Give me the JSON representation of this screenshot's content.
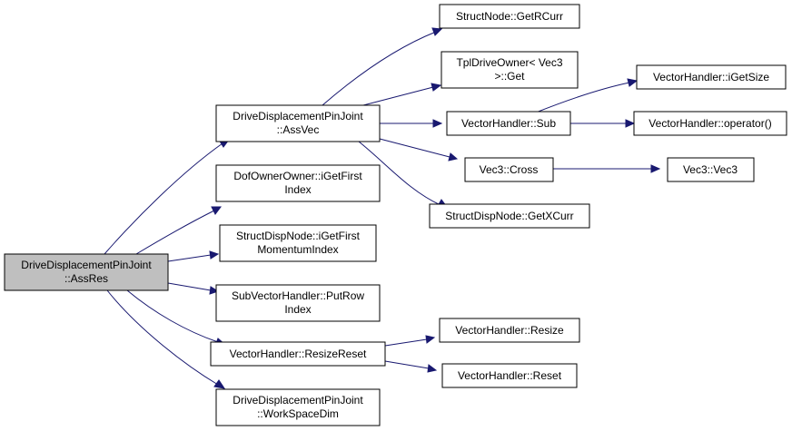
{
  "colors": {
    "edge": "#191970",
    "root_fill": "#bfbfbf",
    "node_fill": "#ffffff",
    "border": "#000000"
  },
  "nodes": [
    {
      "id": "root",
      "lines": [
        "DriveDisplacementPinJoint",
        "::AssRes"
      ]
    },
    {
      "id": "assvec",
      "lines": [
        "DriveDisplacementPinJoint",
        "::AssVec"
      ]
    },
    {
      "id": "dof",
      "lines": [
        "DofOwnerOwner::iGetFirst",
        "Index"
      ]
    },
    {
      "id": "sdn",
      "lines": [
        "StructDispNode::iGetFirst",
        "MomentumIndex"
      ]
    },
    {
      "id": "svh",
      "lines": [
        "SubVectorHandler::PutRow",
        "Index"
      ]
    },
    {
      "id": "rr",
      "lines": [
        "VectorHandler::ResizeReset"
      ]
    },
    {
      "id": "wsd",
      "lines": [
        "DriveDisplacementPinJoint",
        "::WorkSpaceDim"
      ]
    },
    {
      "id": "grc",
      "lines": [
        "StructNode::GetRCurr"
      ]
    },
    {
      "id": "tdo",
      "lines": [
        "TplDriveOwner< Vec3",
        ">::Get"
      ]
    },
    {
      "id": "sub",
      "lines": [
        "VectorHandler::Sub"
      ]
    },
    {
      "id": "cross",
      "lines": [
        "Vec3::Cross"
      ]
    },
    {
      "id": "gxc",
      "lines": [
        "StructDispNode::GetXCurr"
      ]
    },
    {
      "id": "igs",
      "lines": [
        "VectorHandler::iGetSize"
      ]
    },
    {
      "id": "op",
      "lines": [
        "VectorHandler::operator()"
      ]
    },
    {
      "id": "v3",
      "lines": [
        "Vec3::Vec3"
      ]
    },
    {
      "id": "resize",
      "lines": [
        "VectorHandler::Resize"
      ]
    },
    {
      "id": "reset",
      "lines": [
        "VectorHandler::Reset"
      ]
    }
  ]
}
